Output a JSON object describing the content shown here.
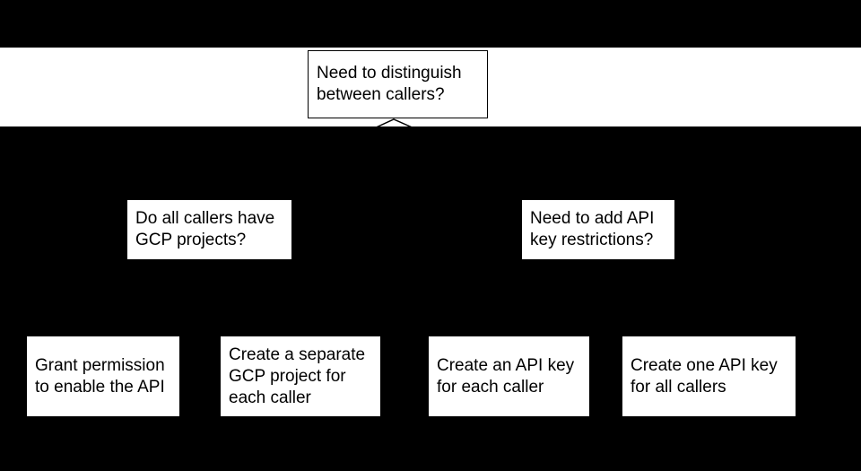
{
  "diagram": {
    "type": "flowchart",
    "colors": {
      "background": "#000000",
      "band": "#ffffff",
      "box_fill": "#ffffff",
      "box_border": "#000000",
      "text": "#000000"
    },
    "icons": {
      "branch_chevron": "^"
    },
    "nodes": {
      "root": {
        "role": "decision",
        "lines": [
          "Need to distinguish",
          "between callers?"
        ]
      },
      "mid_left": {
        "role": "decision",
        "lines": [
          "Do all callers have",
          "GCP projects?"
        ]
      },
      "mid_right": {
        "role": "decision",
        "lines": [
          "Need to add API",
          "key restrictions?"
        ]
      },
      "leaf_grant_permission": {
        "role": "action",
        "lines": [
          "Grant permission",
          "to enable the API"
        ]
      },
      "leaf_separate_project": {
        "role": "action",
        "lines": [
          "Create a separate",
          "GCP project for",
          "each caller"
        ]
      },
      "leaf_key_each_caller": {
        "role": "action",
        "lines": [
          "Create an API key",
          "for each caller"
        ]
      },
      "leaf_key_all_callers": {
        "role": "action",
        "lines": [
          "Create one API key",
          "for all callers"
        ]
      }
    }
  }
}
